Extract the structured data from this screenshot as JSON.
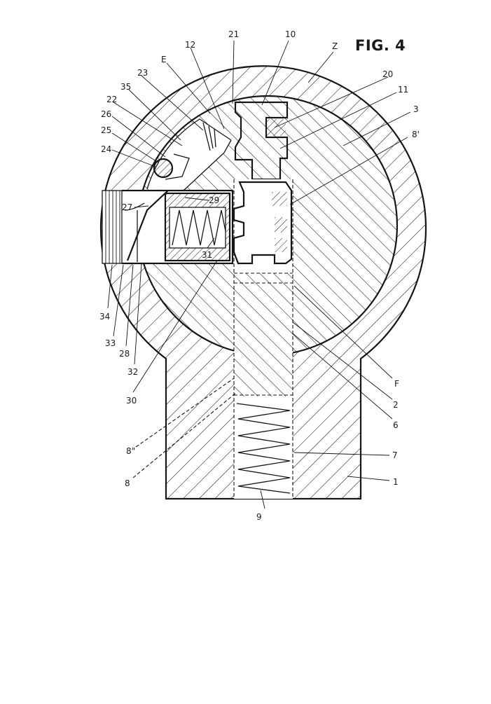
{
  "figure": {
    "title": "FIG. 4"
  },
  "reference_labels": {
    "r1": "1",
    "r2": "2",
    "r3": "3",
    "r6": "6",
    "r7": "7",
    "r8": "8",
    "r8pp": "8\"",
    "r8p": "8'",
    "r9": "9",
    "r10": "10",
    "r11": "11",
    "r12": "12",
    "r20": "20",
    "r21": "21",
    "r22": "22",
    "r23": "23",
    "r24": "24",
    "r25": "25",
    "r26": "26",
    "r27": "27",
    "r28": "28",
    "r29": "29",
    "r30": "30",
    "r31": "31",
    "r32": "32",
    "r33": "33",
    "r34": "34",
    "r35": "35",
    "rE": "E",
    "rF": "F",
    "rZ": "Z"
  },
  "colors": {
    "line": "#151515",
    "background": "#ffffff"
  }
}
